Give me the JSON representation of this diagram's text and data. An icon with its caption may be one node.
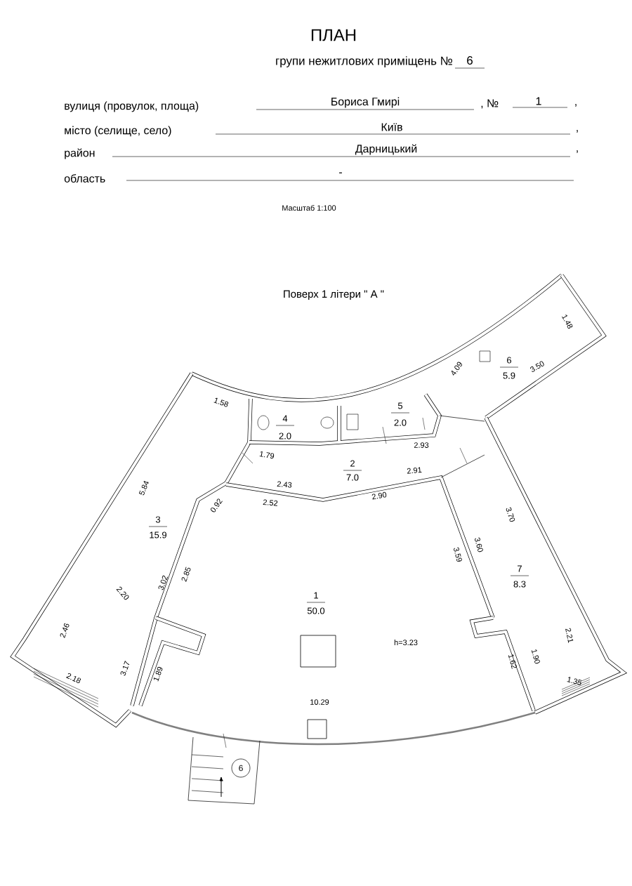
{
  "diagram": {
    "title": "ПЛАН",
    "nodes": [
      {
        "text": [
          "6"
        ]
      }
    ],
    "labels": [
      "групи нежитлових приміщень №",
      "6",
      "вулиця (провулок, площа)",
      "Бориса Гмирі",
      ", №",
      "1",
      ",",
      "місто (селище, село)",
      "Київ",
      ",",
      "район",
      "Дарницький",
      ",",
      "область",
      "-",
      "Масштаб 1:100",
      "Поверх 1 літери \" А \"",
      "1.58",
      "4",
      "2.0",
      "5",
      "2.0",
      "4.09",
      "6",
      "5.9",
      "3.50",
      "1.48",
      "1.79",
      "2.93",
      "2",
      "7.0",
      "2.91",
      "2.43",
      "2.52",
      "2.90",
      "5.84",
      "0.92",
      "3.70",
      "3",
      "15.9",
      "3.59",
      "3.60",
      "7",
      "8.3",
      "3.02",
      "2.85",
      "2.20",
      "1",
      "50.0",
      "2.46",
      "h=3.23",
      "2.21",
      "3.17",
      "1.89",
      "1.62",
      "1.90",
      "2.18",
      "1.35",
      "10.29"
    ]
  }
}
